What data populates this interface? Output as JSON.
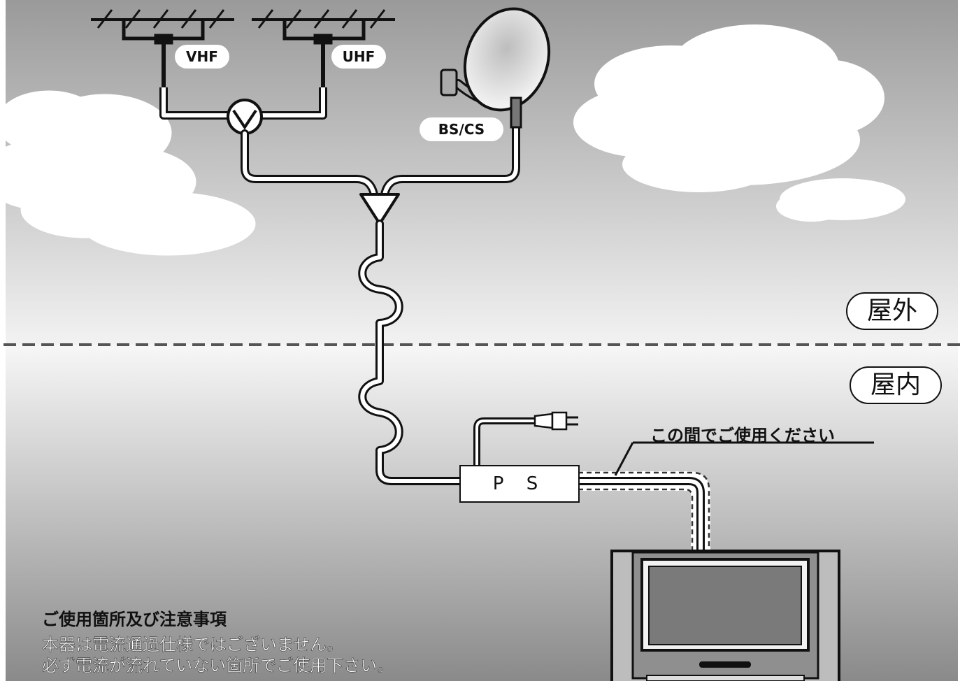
{
  "labels": {
    "vhf": "VHF",
    "uhf": "UHF",
    "bscs": "BS/CS",
    "outdoor": "屋外",
    "indoor": "屋内",
    "ps": "P S",
    "use_between": "この間でご使用ください"
  },
  "notes": {
    "title": "ご使用箇所及び注意事項",
    "lines": [
      "本器は電流通過仕様ではございません。",
      "必ず電流が流れていない箇所でご使用下さい。"
    ]
  },
  "icons": {
    "vhf_antenna": "yagi-antenna-icon",
    "uhf_antenna": "yagi-antenna-icon",
    "dish": "satellite-dish-icon",
    "mixer": "mixer-icon",
    "splitter": "splitter-icon",
    "plug": "power-plug-icon",
    "tv": "television-icon"
  },
  "colors": {
    "sky_top": "#9c9c9c",
    "sky_bottom": "#e8e8e8",
    "line": "#111111"
  }
}
